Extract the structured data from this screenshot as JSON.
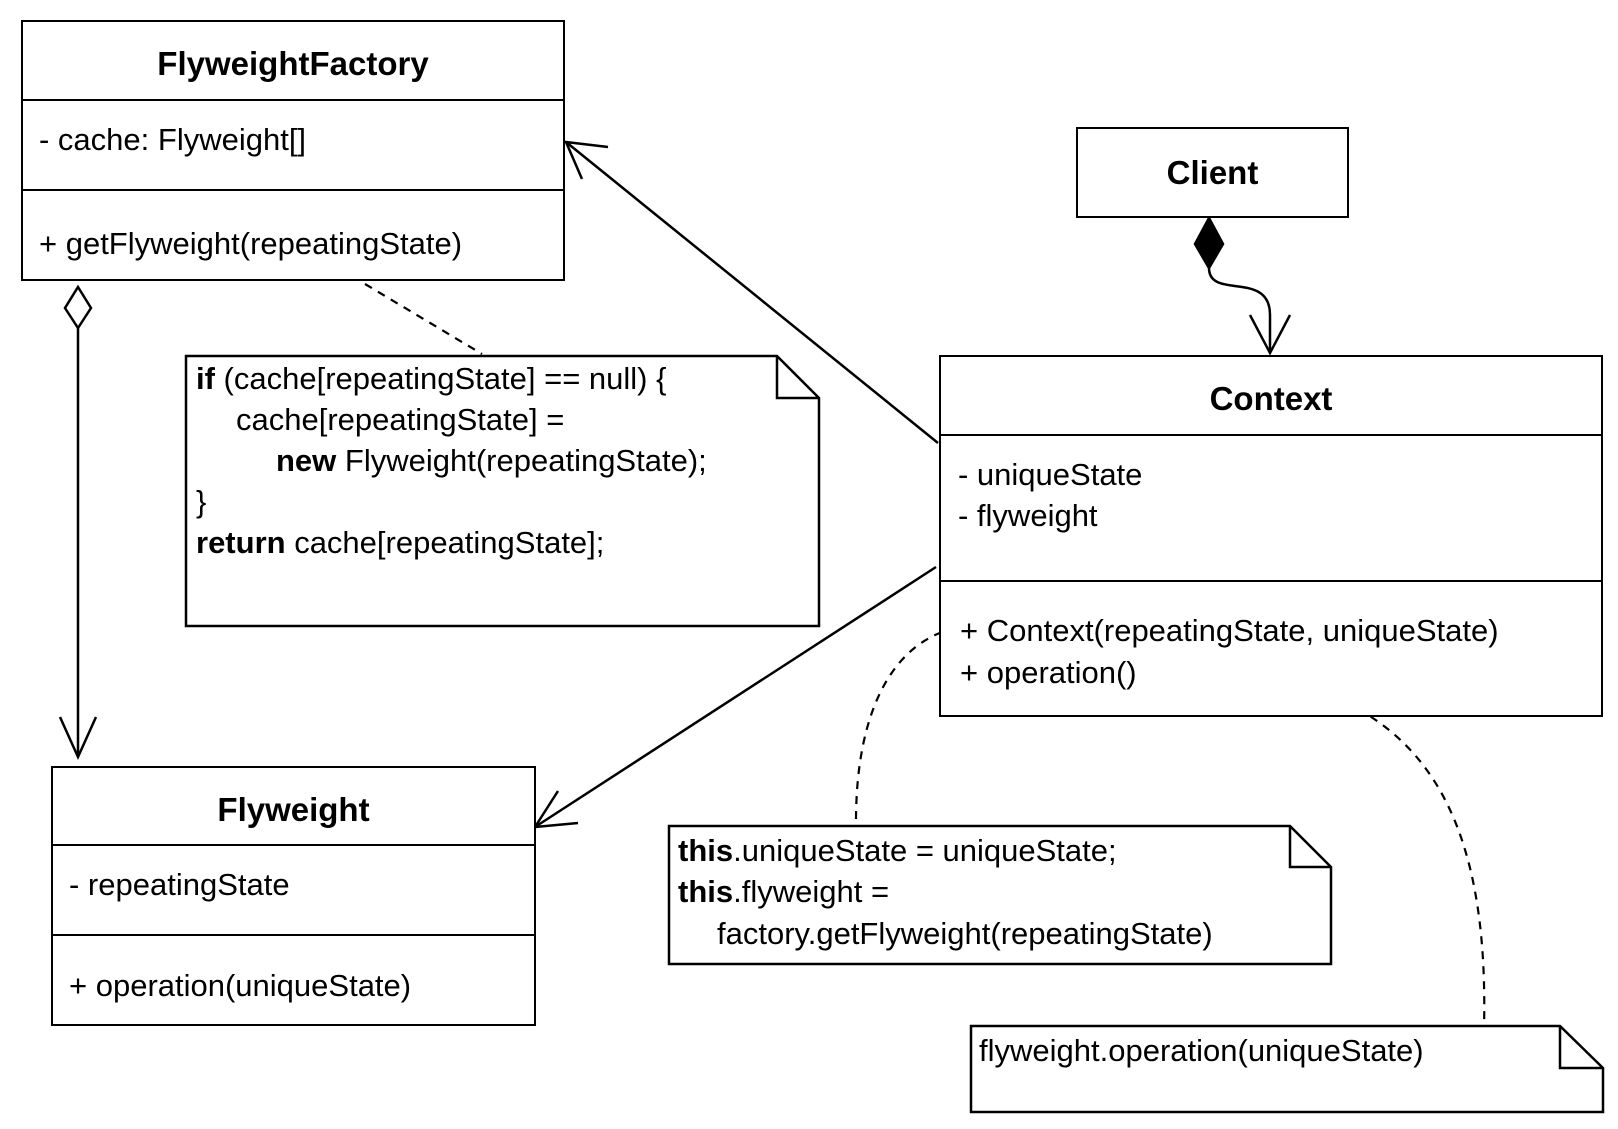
{
  "classes": {
    "flyweight_factory": {
      "name": "FlyweightFactory",
      "attributes": [
        "- cache: Flyweight[]"
      ],
      "methods": [
        "+ getFlyweight(repeatingState)"
      ]
    },
    "client": {
      "name": "Client"
    },
    "context": {
      "name": "Context",
      "attributes": [
        "- uniqueState",
        "- flyweight"
      ],
      "methods": [
        "+ Context(repeatingState, uniqueState)",
        "+ operation()"
      ]
    },
    "flyweight": {
      "name": "Flyweight",
      "attributes": [
        "- repeatingState"
      ],
      "methods": [
        "+ operation(uniqueState)"
      ]
    }
  },
  "notes": {
    "factory_note": {
      "line1_kw": "if",
      "line1_rest": " (cache[repeatingState] == null) {",
      "line2": "cache[repeatingState] =",
      "line3_kw": "new",
      "line3_rest": " Flyweight(repeatingState);",
      "line4": "}",
      "line5_kw": "return",
      "line5_rest": " cache[repeatingState];"
    },
    "constructor_note": {
      "line1_kw": "this",
      "line1_rest": ".uniqueState = uniqueState;",
      "line2_kw": "this",
      "line2_rest": ".flyweight =",
      "line3": "factory.getFlyweight(repeatingState)"
    },
    "operation_note": {
      "line1": "flyweight.operation(uniqueState)"
    }
  }
}
